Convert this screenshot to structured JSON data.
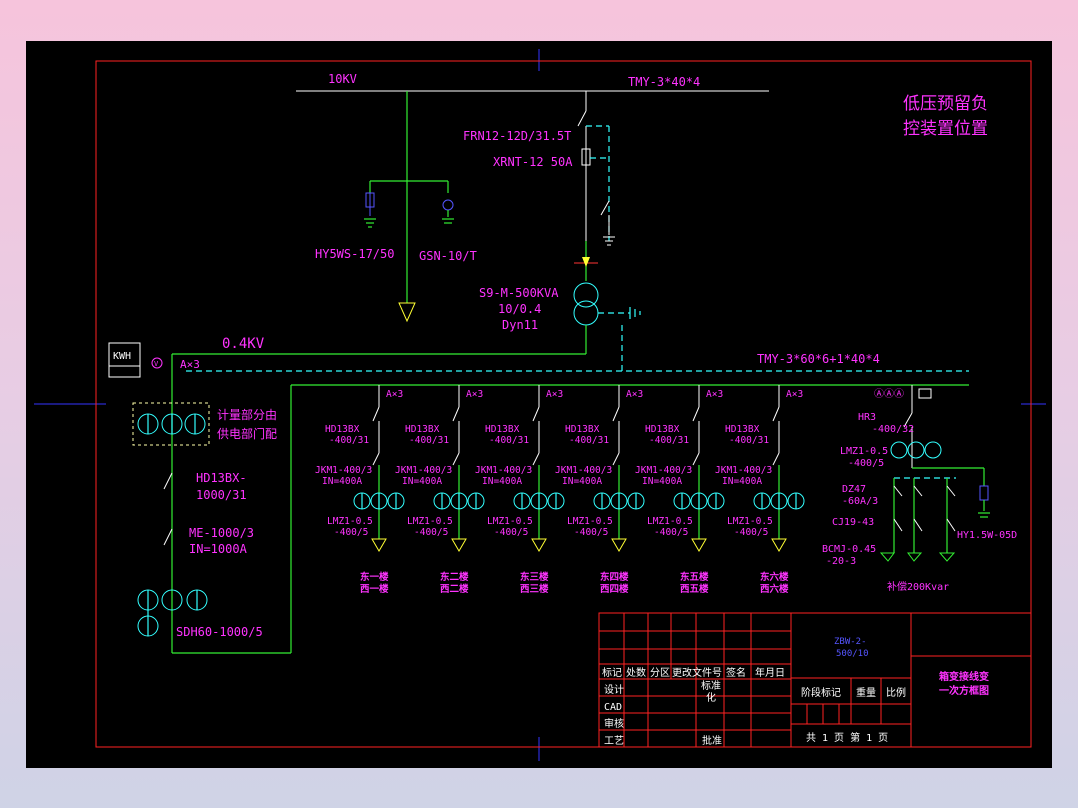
{
  "hv": {
    "voltage": "10KV",
    "busbar": "TMY-3*40*4",
    "arrester": "HY5WS-17/50",
    "indicator": "GSN-10/T",
    "load_switch": "FRN12-12D/31.5T",
    "fuse": "XRNT-12 50A",
    "transformer": [
      "S9-M-500KVA",
      "10/0.4",
      "Dyn11"
    ]
  },
  "note": [
    "低压预留负",
    "控装置位置"
  ],
  "lv": {
    "voltage": "0.4KV",
    "busbar": "TMY-3*60*6+1*40*4",
    "kwh": "KWH",
    "v_mark": "V",
    "a_mark": "A×3",
    "meter_note": [
      "计量部分由",
      "供电部门配"
    ],
    "incoming": {
      "switch": [
        "HD13BX-",
        "1000/31"
      ],
      "breaker": [
        "ME-1000/3",
        "IN=1000A"
      ],
      "ct": "SDH60-1000/5"
    },
    "feeders": [
      {
        "ammeter": "A×3",
        "switch": [
          "HD13BX",
          "-400/31"
        ],
        "breaker": [
          "JKM1-400/3",
          "IN=400A"
        ],
        "ct": [
          "LMZ1-0.5",
          "-400/5"
        ],
        "dest": [
          "东一楼",
          "西一楼"
        ]
      },
      {
        "ammeter": "A×3",
        "switch": [
          "HD13BX",
          "-400/31"
        ],
        "breaker": [
          "JKM1-400/3",
          "IN=400A"
        ],
        "ct": [
          "LMZ1-0.5",
          "-400/5"
        ],
        "dest": [
          "东二楼",
          "西二楼"
        ]
      },
      {
        "ammeter": "A×3",
        "switch": [
          "HD13BX",
          "-400/31"
        ],
        "breaker": [
          "JKM1-400/3",
          "IN=400A"
        ],
        "ct": [
          "LMZ1-0.5",
          "-400/5"
        ],
        "dest": [
          "东三楼",
          "西三楼"
        ]
      },
      {
        "ammeter": "A×3",
        "switch": [
          "HD13BX",
          "-400/31"
        ],
        "breaker": [
          "JKM1-400/3",
          "IN=400A"
        ],
        "ct": [
          "LMZ1-0.5",
          "-400/5"
        ],
        "dest": [
          "东四楼",
          "西四楼"
        ]
      },
      {
        "ammeter": "A×3",
        "switch": [
          "HD13BX",
          "-400/31"
        ],
        "breaker": [
          "JKM1-400/3",
          "IN=400A"
        ],
        "ct": [
          "LMZ1-0.5",
          "-400/5"
        ],
        "dest": [
          "东五楼",
          "西五楼"
        ]
      },
      {
        "ammeter": "A×3",
        "switch": [
          "HD13BX",
          "-400/31"
        ],
        "breaker": [
          "JKM1-400/3",
          "IN=400A"
        ],
        "ct": [
          "LMZ1-0.5",
          "-400/5"
        ],
        "dest": [
          "东六楼",
          "西六楼"
        ]
      }
    ],
    "comp": {
      "meters": "ⒶⒶⒶ",
      "switch": [
        "HR3",
        "-400/32"
      ],
      "ct": [
        "LMZ1-0.5",
        "-400/5"
      ],
      "breaker": [
        "DZ47",
        "-60A/3"
      ],
      "contactor": "CJ19-43",
      "capacitor": [
        "BCMJ-0.45",
        "-20-3"
      ],
      "arrester": "HY1.5W-05D",
      "total": "补偿200Kvar"
    }
  },
  "title_block": {
    "drawing_no": [
      "ZBW-2-",
      "500/10"
    ],
    "drawing_title": [
      "箱变接线变",
      "一次方框图"
    ],
    "header_cells": [
      "标记",
      "处数",
      "分区",
      "更改文件号",
      "签名",
      "年月日"
    ],
    "roles": [
      "设计",
      "CAD",
      "审核",
      "工艺"
    ],
    "standard": [
      "标准",
      "化"
    ],
    "approve": "批准",
    "stage_mark": "阶段标记",
    "weight": "重量",
    "scale": "比例",
    "sheets": "共 1 页 第 1 页"
  }
}
